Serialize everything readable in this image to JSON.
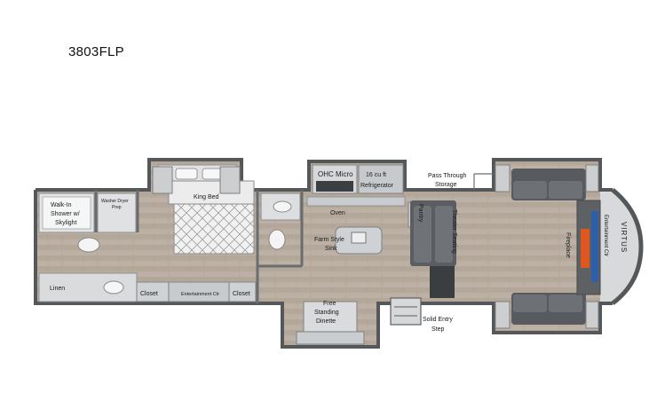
{
  "model": "3803FLP",
  "labels": {
    "walk_in_shower_1": "Walk-In",
    "walk_in_shower_2": "Shower w/",
    "walk_in_shower_3": "Skylight",
    "washer_dryer_1": "Washer Dryer",
    "washer_dryer_2": "Prep",
    "king_bed": "King Bed",
    "ohc": "OHC",
    "micro": "Micro",
    "refrigerator_1": "16 cu ft",
    "refrigerator_2": "Refrigerator",
    "pass_through_1": "Pass Through",
    "pass_through_2": "Storage",
    "oven": "Oven",
    "pantry": "Pantry",
    "theater_seating": "Theater Seating",
    "farm_sink_1": "Farm Style",
    "farm_sink_2": "Sink",
    "fireplace": "Fireplace",
    "entertainment_ctr_front": "Entertainment Ctr",
    "linen": "Linen",
    "closet_left": "Closet",
    "entertainment_ctr_bedroom": "Entertainment Ctr",
    "closet_right": "Closet",
    "dinette_1": "Free",
    "dinette_2": "Standing",
    "dinette_3": "Dinette",
    "entry_step_1": "Solid Entry",
    "entry_step_2": "Step",
    "cap_logo": "VIRTUS"
  },
  "colors": {
    "floor": "#b9ad9f",
    "wall": "#5b5d5f",
    "counter": "#cfd2d4",
    "sofa": "#55595c",
    "fire": "#e0561f"
  }
}
